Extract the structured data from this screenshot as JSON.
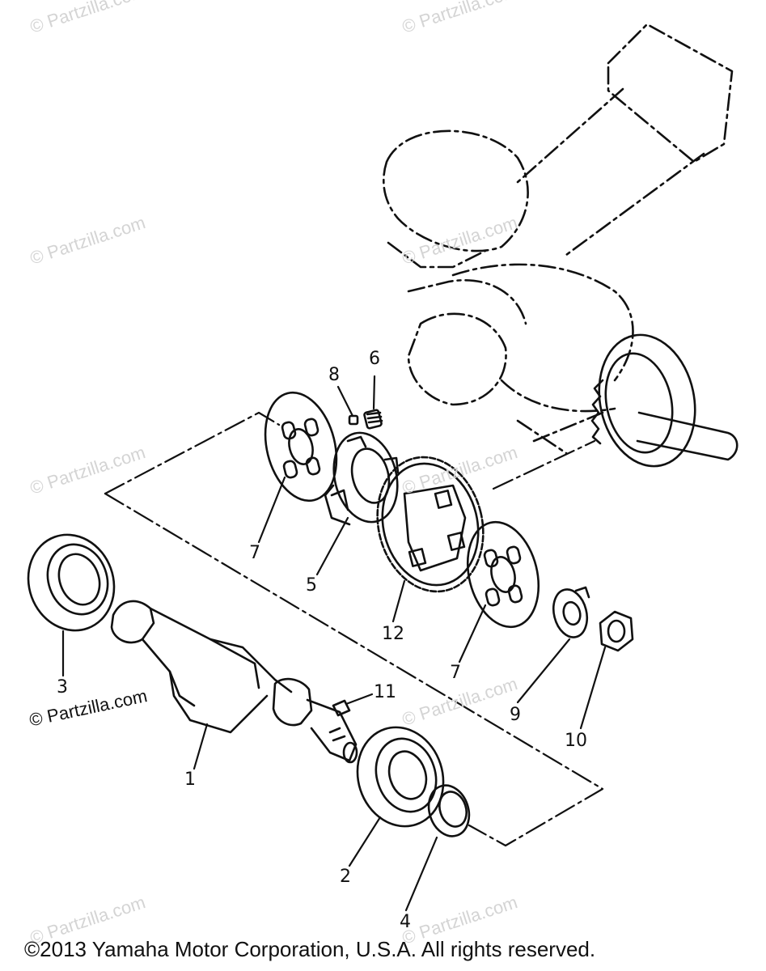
{
  "callouts": {
    "c1": "1",
    "c2": "2",
    "c3": "3",
    "c4": "4",
    "c5": "5",
    "c6": "6",
    "c7a": "7",
    "c7b": "7",
    "c8": "8",
    "c9": "9",
    "c10": "10",
    "c11": "11",
    "c12": "12"
  },
  "watermark": "© Partzilla.com",
  "copyright": "©2013 Yamaha Motor Corporation, U.S.A. All rights reserved."
}
